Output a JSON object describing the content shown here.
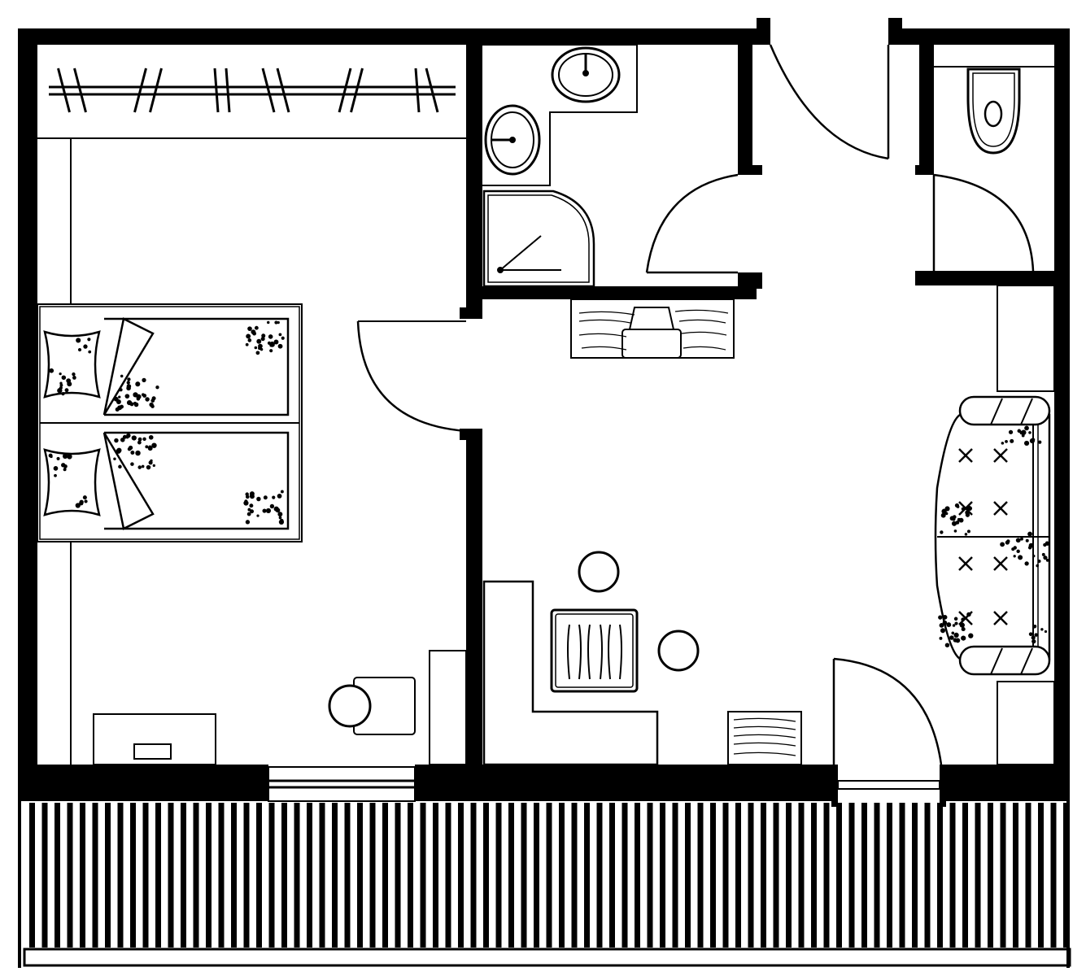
{
  "plan": {
    "colors": {
      "ink": "#000000",
      "paper": "#ffffff"
    },
    "rooms": [
      {
        "id": "bedroom",
        "fixtures": [
          "wardrobe",
          "double-bed",
          "pillow",
          "pillow",
          "desk",
          "chair",
          "side-cabinet"
        ]
      },
      {
        "id": "bathroom",
        "fixtures": [
          "washbasin",
          "washbasin",
          "corner-shower"
        ]
      },
      {
        "id": "entry-hall",
        "fixtures": []
      },
      {
        "id": "wc",
        "fixtures": [
          "toilet"
        ]
      },
      {
        "id": "living-room",
        "fixtures": [
          "dining-table",
          "stool",
          "stool",
          "corner-bench",
          "sofa",
          "side-table",
          "tv-cabinet",
          "cabinet"
        ]
      },
      {
        "id": "balcony",
        "fixtures": [
          "railing"
        ]
      }
    ],
    "doors": [
      "bedroom-door",
      "entrance-door",
      "hall-door",
      "wc-door",
      "balcony-door",
      "bedroom-balcony-window"
    ]
  }
}
